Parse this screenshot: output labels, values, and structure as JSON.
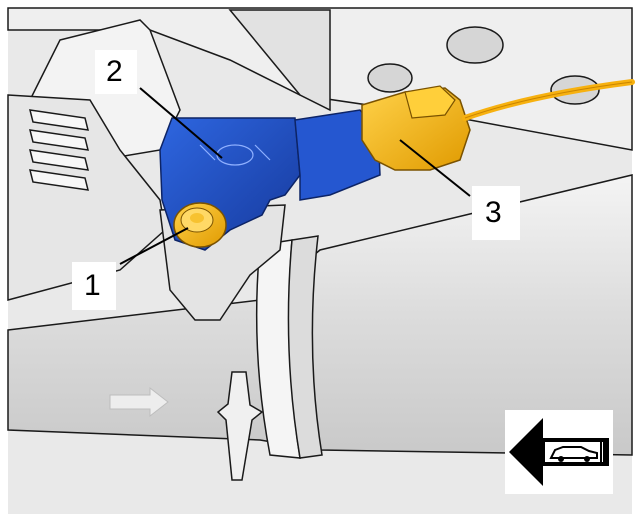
{
  "callouts": [
    {
      "id": "1",
      "label": "1"
    },
    {
      "id": "2",
      "label": "2"
    },
    {
      "id": "3",
      "label": "3"
    }
  ],
  "colors": {
    "sensor_blue": "#1f4fc4",
    "connector_yellow": "#f2b705",
    "wire_orange": "#f7b10f",
    "outline": "#1a1a1a",
    "body_gray": "#e8e8e8"
  },
  "icons": {
    "direction": "vehicle-forward-arrow-icon"
  }
}
